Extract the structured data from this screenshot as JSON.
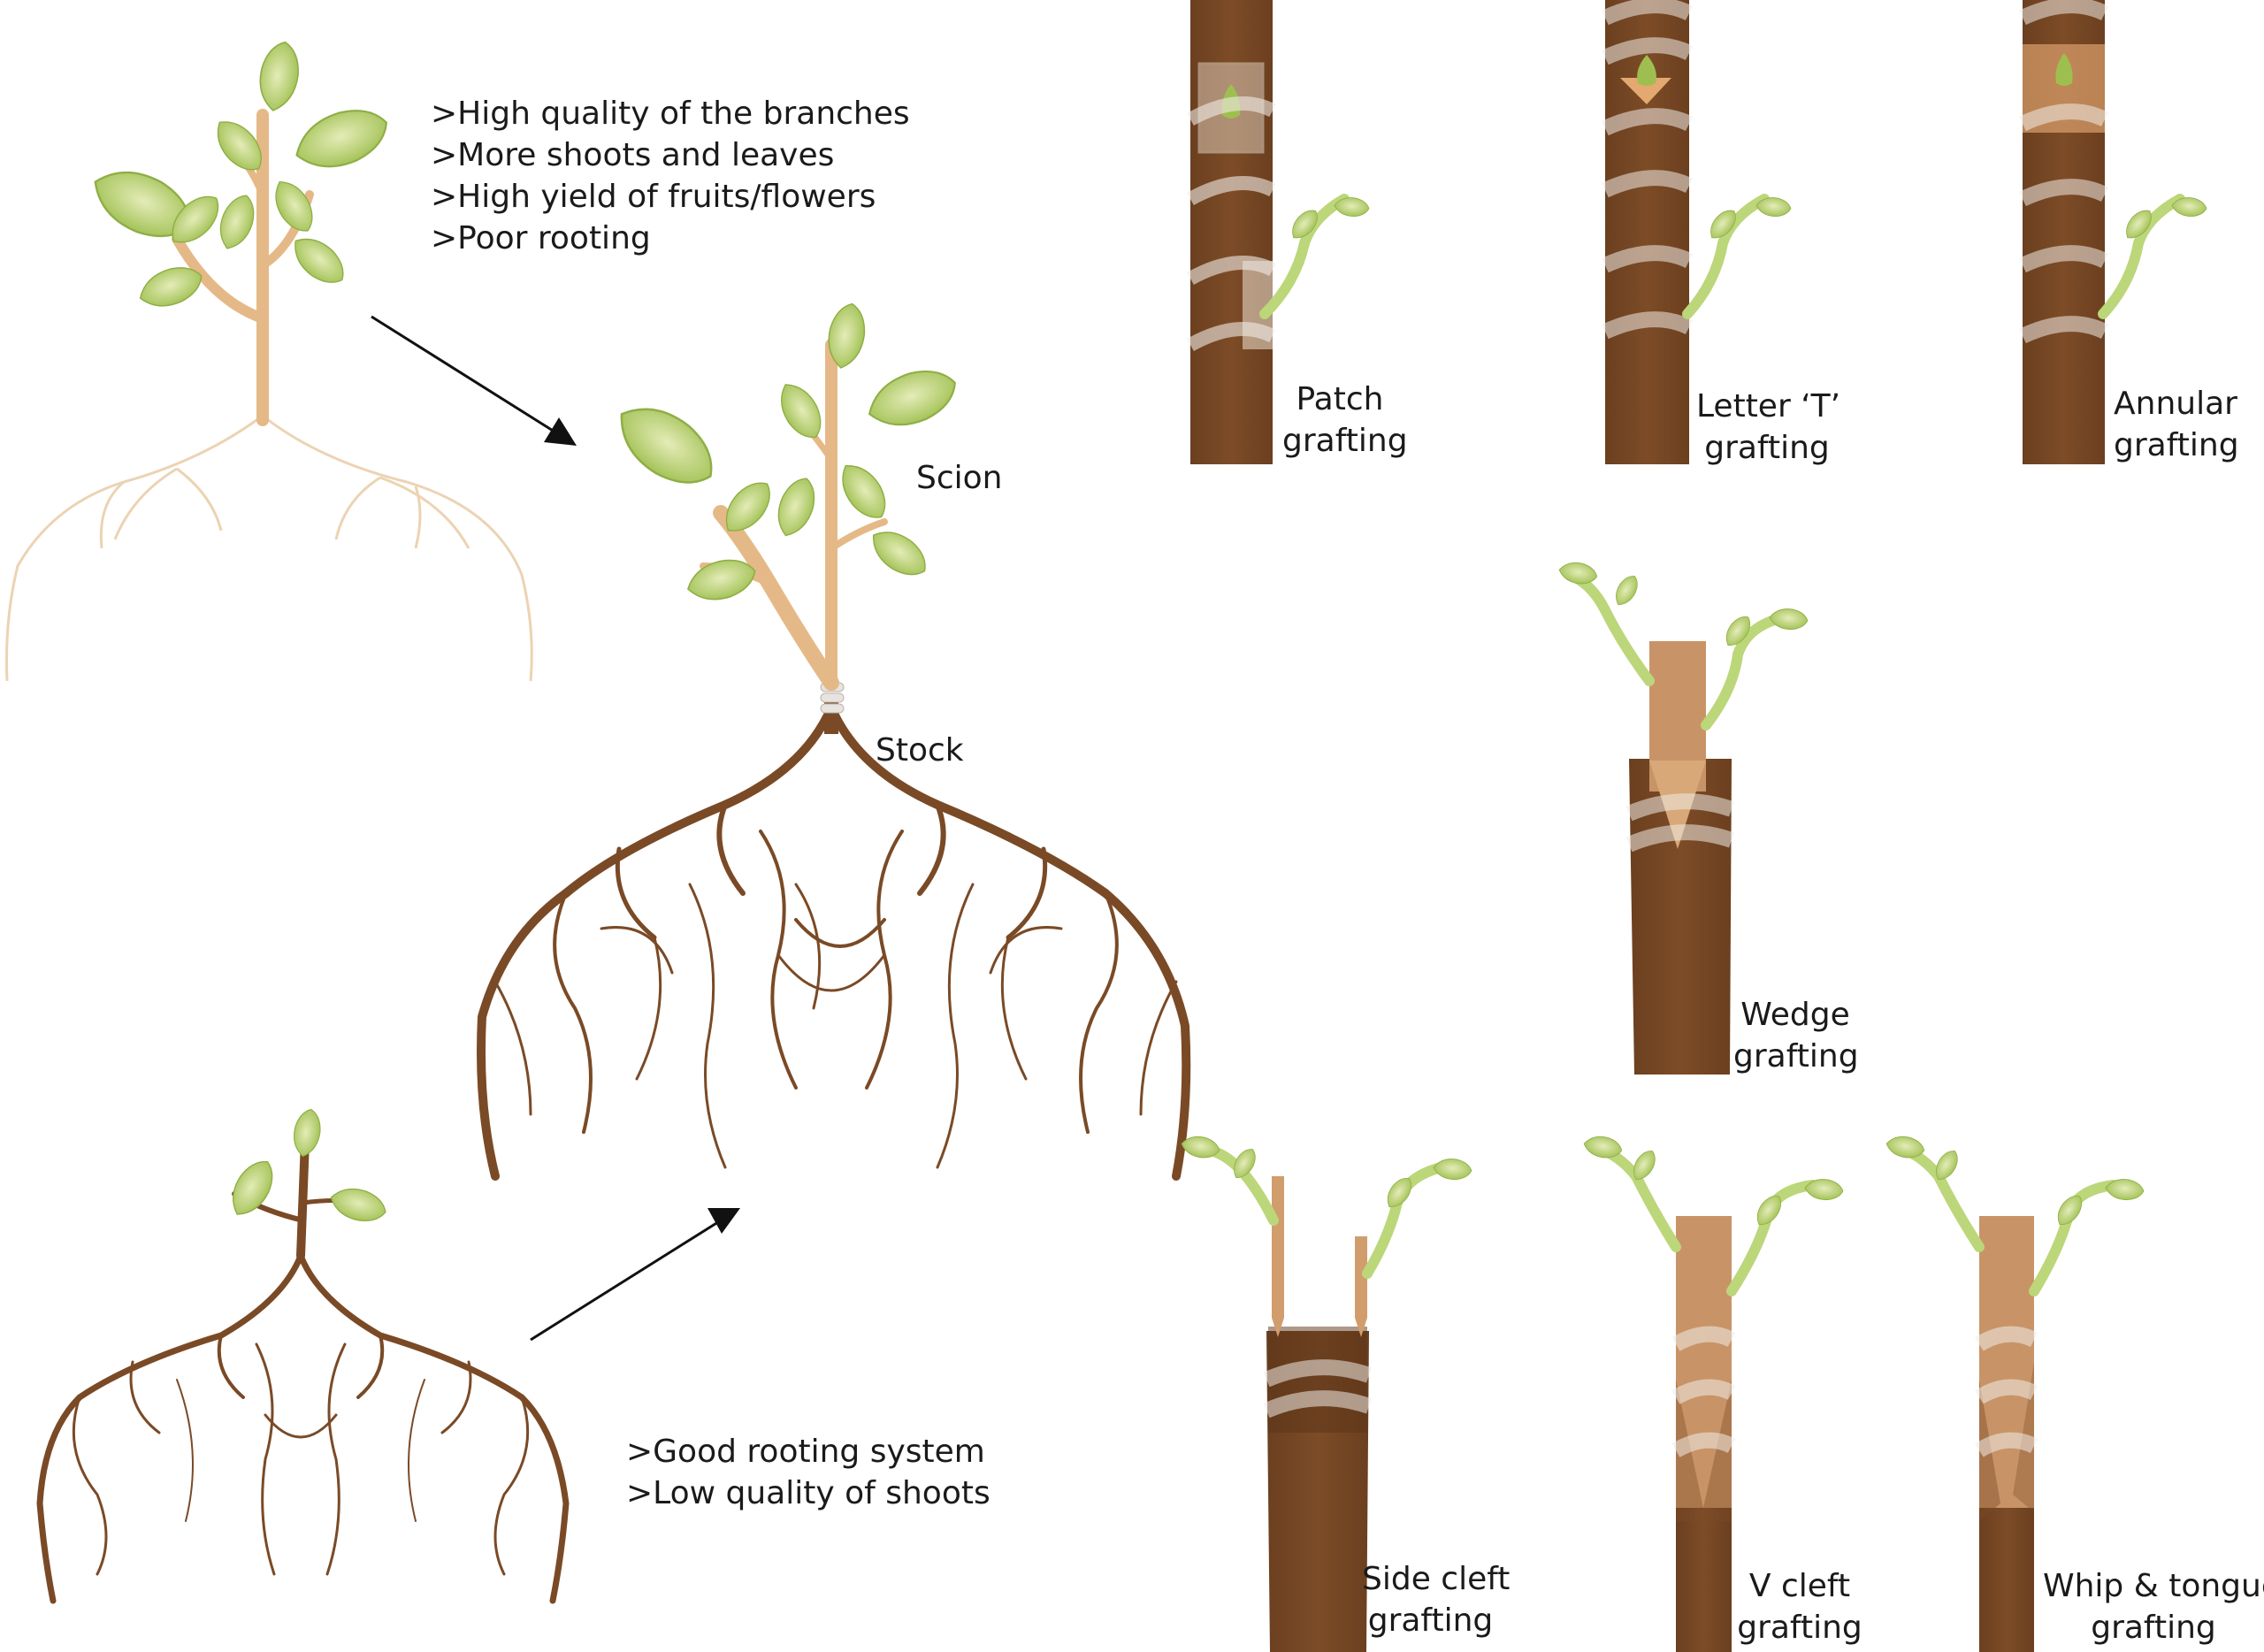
{
  "scion_traits": [
    ">High quality of the branches",
    ">More shoots and leaves",
    ">High yield of fruits/flowers",
    ">Poor rooting"
  ],
  "stock_traits": [
    ">Good rooting system",
    ">Low quality of shoots"
  ],
  "labels": {
    "scion": "Scion",
    "stock": "Stock"
  },
  "techniques": {
    "patch": [
      "Patch",
      "grafting"
    ],
    "letter_t": [
      "Letter ‘T’",
      "grafting"
    ],
    "annular": [
      "Annular",
      "grafting"
    ],
    "wedge": [
      "Wedge",
      "grafting"
    ],
    "side_cleft": [
      "Side cleft",
      "grafting"
    ],
    "v_cleft": [
      "V cleft",
      "grafting"
    ],
    "whip_tongue": [
      "Whip & tongue",
      "grafting"
    ]
  },
  "colors": {
    "leaf_light": "#dbe6a4",
    "leaf_dark": "#9ebf4f",
    "scion_wood": "#e3b582",
    "stock_wood": "#7a4a26",
    "scion_sprout": "#bcd67a",
    "tape": "#e8e3de"
  }
}
